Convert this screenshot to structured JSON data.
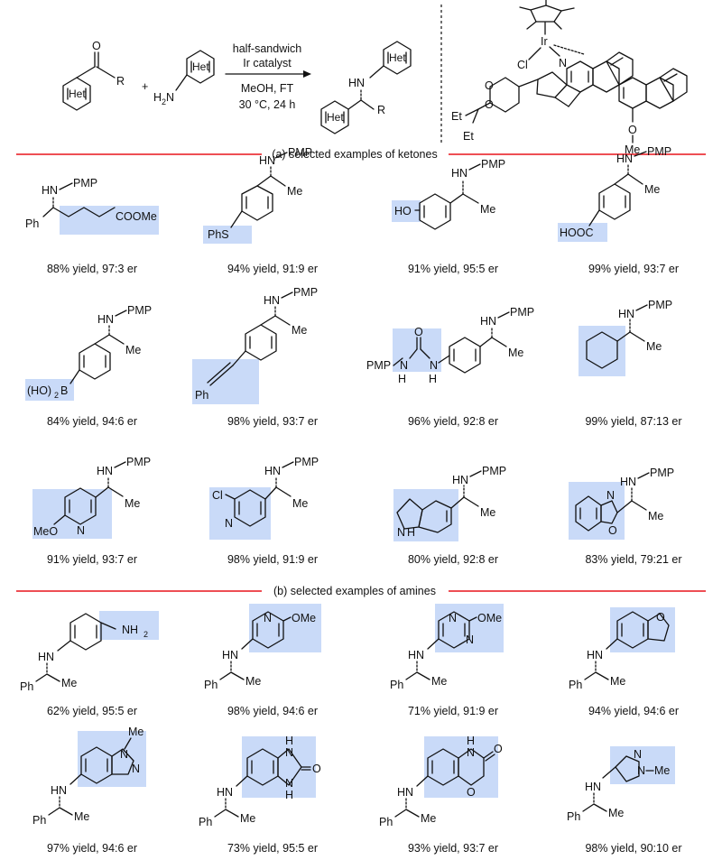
{
  "header": {
    "ketone": {
      "het": "Het",
      "oxygen": "O",
      "r_group": "R"
    },
    "plus": "+",
    "amine": {
      "het": "Het",
      "nh2": "H",
      "nh2_sub": "2",
      "n": "N"
    },
    "conditions": [
      "half-sandwich",
      "Ir catalyst",
      "MeOH, FT",
      "30 °C, 24 h"
    ],
    "product": {
      "hn": "HN",
      "het_top": "Het",
      "het_bottom": "Het",
      "r_group": "R"
    },
    "catalyst": {
      "ir": "Ir",
      "cl": "Cl",
      "n": "N",
      "o1": "O",
      "o2": "O",
      "o3": "O",
      "et1": "Et",
      "et2": "Et",
      "ome": "Me"
    }
  },
  "sections": [
    {
      "title": "(a) selected examples of ketones",
      "line_color": "#e8131b",
      "rows": [
        [
          {
            "label_top": "HN",
            "label_pmp": "PMP",
            "substituent": "COOMe",
            "aryl": "Ph",
            "group": "",
            "caption": "88% yield, 97:3 er"
          },
          {
            "label_top": "HN",
            "label_pmp": "PMP",
            "substituent": "PhS",
            "aryl": "",
            "group": "Me",
            "caption": "94% yield, 91:9 er"
          },
          {
            "label_top": "HN",
            "label_pmp": "PMP",
            "substituent": "HO",
            "aryl": "",
            "group": "Me",
            "caption": "91% yield, 95:5 er"
          },
          {
            "label_top": "HN",
            "label_pmp": "PMP",
            "substituent": "HOOC",
            "aryl": "",
            "group": "Me",
            "caption": "99% yield, 93:7 er"
          }
        ],
        [
          {
            "label_top": "HN",
            "label_pmp": "PMP",
            "substituent": "(HO)",
            "sub2": "2",
            "sub3": "B",
            "aryl": "",
            "group": "Me",
            "caption": "84% yield, 94:6 er"
          },
          {
            "label_top": "HN",
            "label_pmp": "PMP",
            "substituent": "Ph",
            "aryl": "",
            "group": "Me",
            "caption": "98% yield, 93:7 er"
          },
          {
            "label_top": "HN",
            "label_pmp": "PMP",
            "substituent": "PMP",
            "urea_nh1": "H",
            "urea_n1": "N",
            "urea_o": "O",
            "urea_n2": "N",
            "urea_nh2": "H",
            "group": "Me",
            "caption": "96% yield, 92:8 er"
          },
          {
            "label_top": "HN",
            "label_pmp": "PMP",
            "substituent": "",
            "aryl": "",
            "group": "Me",
            "caption": "99% yield, 87:13 er"
          }
        ],
        [
          {
            "label_top": "HN",
            "label_pmp": "PMP",
            "substituent": "MeO",
            "ring_n": "N",
            "group": "Me",
            "caption": "91% yield, 93:7 er"
          },
          {
            "label_top": "HN",
            "label_pmp": "PMP",
            "substituent": "Cl",
            "ring_n": "N",
            "group": "Me",
            "caption": "98% yield, 91:9 er"
          },
          {
            "label_top": "HN",
            "label_pmp": "PMP",
            "substituent": "",
            "ring_n": "N",
            "ring_h": "H",
            "group": "Me",
            "caption": "80% yield, 92:8 er"
          },
          {
            "label_top": "HN",
            "label_pmp": "PMP",
            "substituent": "",
            "ring_n": "N",
            "ring_o": "O",
            "group": "Me",
            "caption": "83% yield, 79:21 er"
          }
        ]
      ]
    },
    {
      "title": "(b) selected examples of amines",
      "line_color": "#e8131b",
      "rows": [
        [
          {
            "hn": "HN",
            "aryl": "Ph",
            "group": "Me",
            "substituent": "NH",
            "sub2": "2",
            "caption": "62% yield, 95:5 er"
          },
          {
            "hn": "HN",
            "aryl": "Ph",
            "group": "Me",
            "ring_n": "N",
            "substituent": "OMe",
            "caption": "98% yield, 94:6 er"
          },
          {
            "hn": "HN",
            "aryl": "Ph",
            "group": "Me",
            "ring_n1": "N",
            "ring_n2": "N",
            "substituent": "OMe",
            "caption": "71% yield, 91:9 er"
          },
          {
            "hn": "HN",
            "aryl": "Ph",
            "group": "Me",
            "ring_o": "O",
            "caption": "94% yield, 94:6 er"
          }
        ],
        [
          {
            "hn": "HN",
            "aryl": "Ph",
            "group": "Me",
            "ring_n1": "N",
            "ring_n2": "N",
            "substituent": "Me",
            "caption": "97% yield, 94:6 er"
          },
          {
            "hn": "HN",
            "aryl": "Ph",
            "group": "Me",
            "ring_nh1": "H",
            "ring_n1": "N",
            "ring_n2": "N",
            "ring_nh2": "H",
            "ring_o": "O",
            "caption": "73% yield, 95:5 er"
          },
          {
            "hn": "HN",
            "aryl": "Ph",
            "group": "Me",
            "ring_nh": "H",
            "ring_n": "N",
            "ring_o1": "O",
            "ring_o2": "O",
            "caption": "93% yield, 93:7 er"
          },
          {
            "hn": "HN",
            "aryl": "Ph",
            "group": "Me",
            "ring_n1": "N",
            "ring_n2": "N",
            "substituent": "Me",
            "caption": "98% yield, 90:10 er"
          }
        ]
      ]
    }
  ]
}
